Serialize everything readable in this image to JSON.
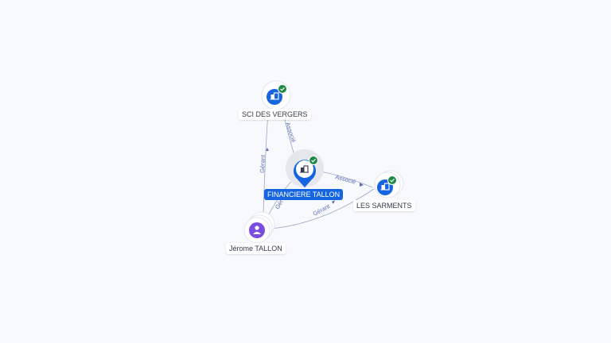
{
  "nodes": {
    "center": {
      "label": "FINANCIERE TALLON",
      "icon": "company-icon",
      "verified": true
    },
    "sci": {
      "label": "SCI DES VERGERS",
      "icon": "company-icon",
      "verified": true
    },
    "sarments": {
      "label": "LES SARMENTS",
      "icon": "company-icon",
      "verified": true
    },
    "person": {
      "label": "Jérome TALLON",
      "icon": "person-icon",
      "verified": false
    }
  },
  "edges": {
    "center_sci": "Associé",
    "center_sarments": "Associé",
    "person_sci": "Gérant",
    "person_center": "Gér",
    "person_sarments": "Gérant"
  },
  "colors": {
    "accent": "#1565e0",
    "person": "#7b4ce0",
    "verified": "#1e8a45",
    "edge": "#5a6fb0"
  }
}
